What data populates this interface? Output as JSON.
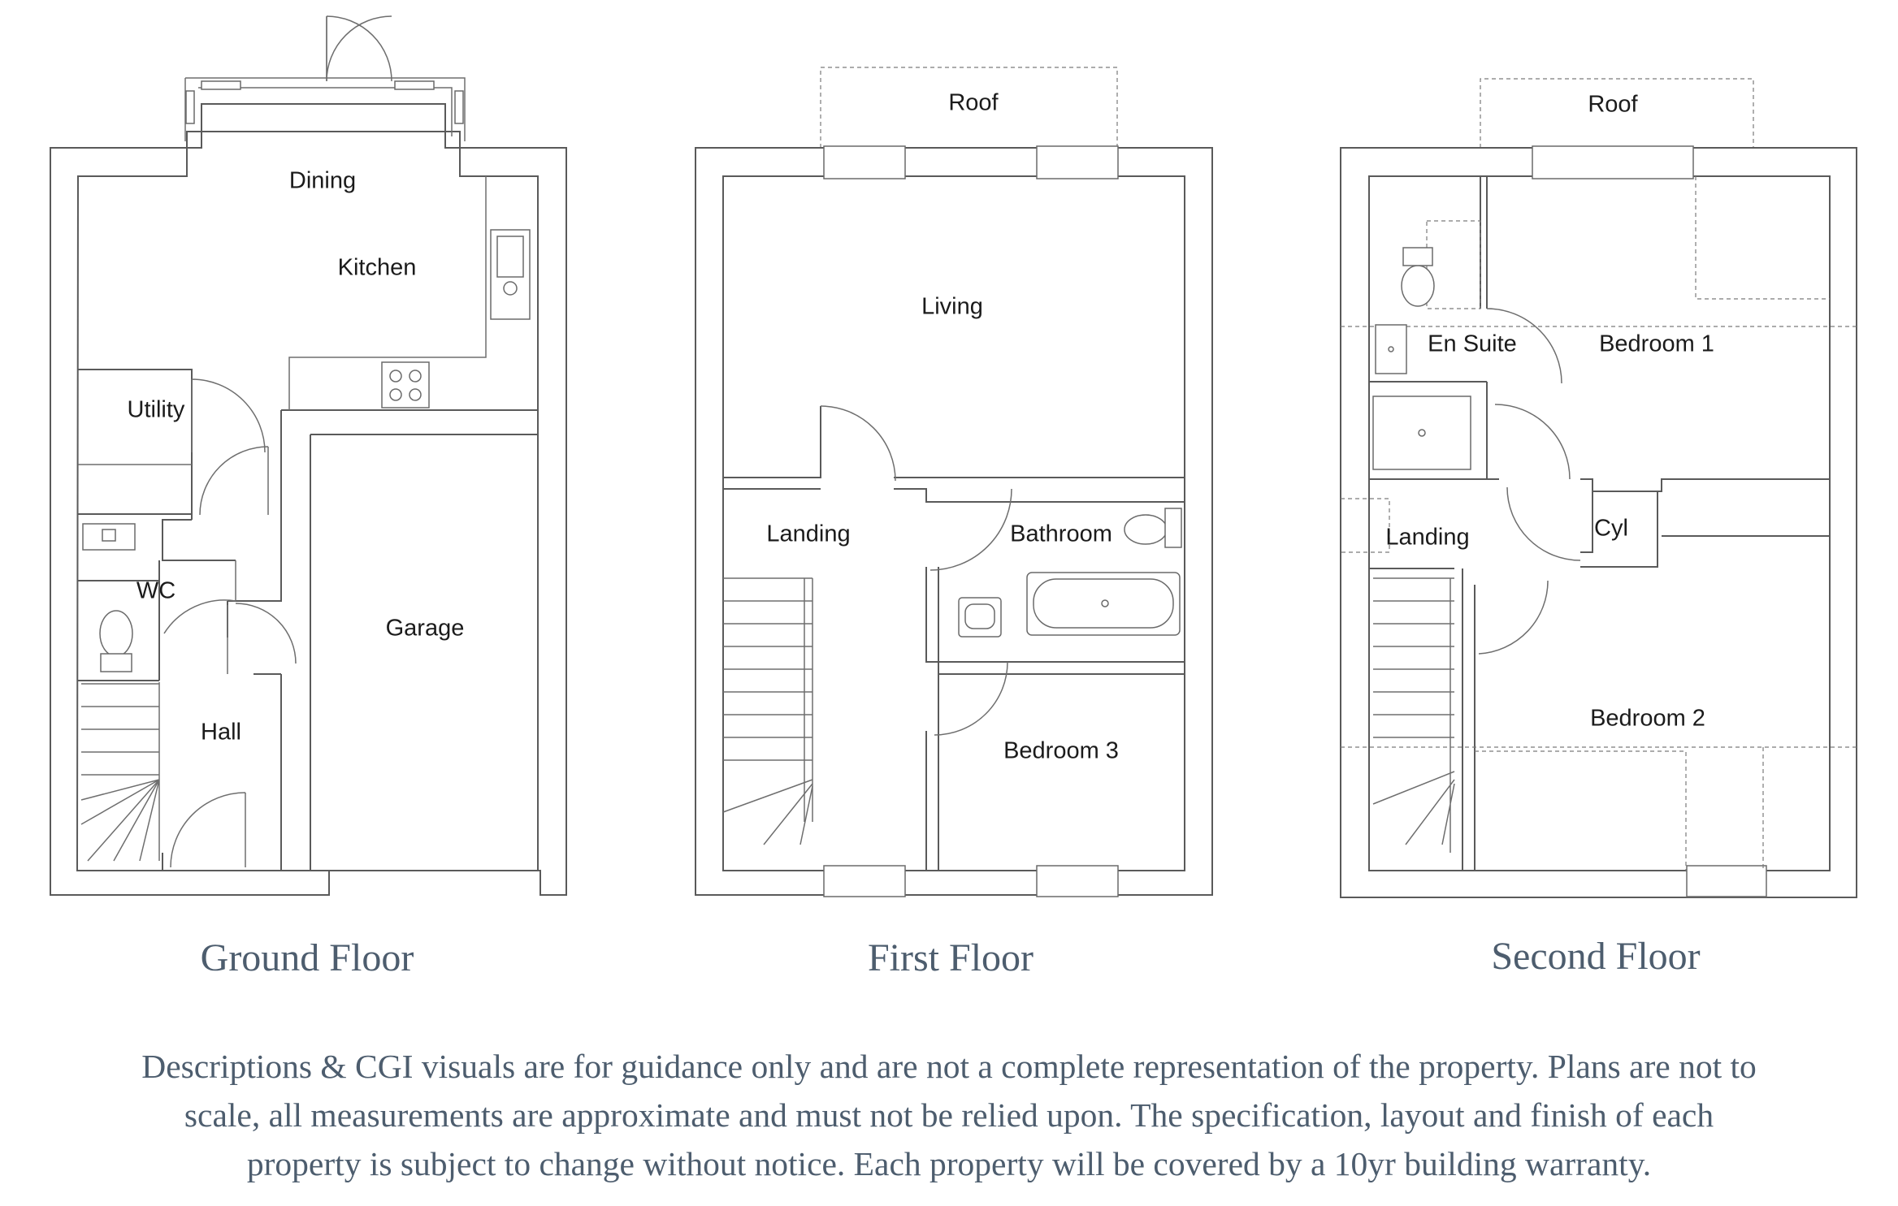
{
  "floors": [
    {
      "title": "Ground Floor",
      "rooms": {
        "dining": "Dining",
        "kitchen": "Kitchen",
        "utility": "Utility",
        "wc": "WC",
        "garage": "Garage",
        "hall": "Hall"
      }
    },
    {
      "title": "First Floor",
      "rooms": {
        "roof": "Roof",
        "living": "Living",
        "landing": "Landing",
        "bathroom": "Bathroom",
        "bedroom3": "Bedroom 3"
      }
    },
    {
      "title": "Second Floor",
      "rooms": {
        "roof": "Roof",
        "en_suite": "En Suite",
        "bedroom1": "Bedroom 1",
        "landing": "Landing",
        "cyl": "Cyl",
        "bedroom2": "Bedroom 2"
      }
    }
  ],
  "disclaimer": [
    "Descriptions & CGI visuals are for guidance only and are not a complete representation of the property. Plans are not to",
    "scale, all measurements are approximate and must not be relied upon. The specification, layout and finish of each",
    "property is subject to change without notice. Each property will be covered by a 10yr building warranty."
  ]
}
